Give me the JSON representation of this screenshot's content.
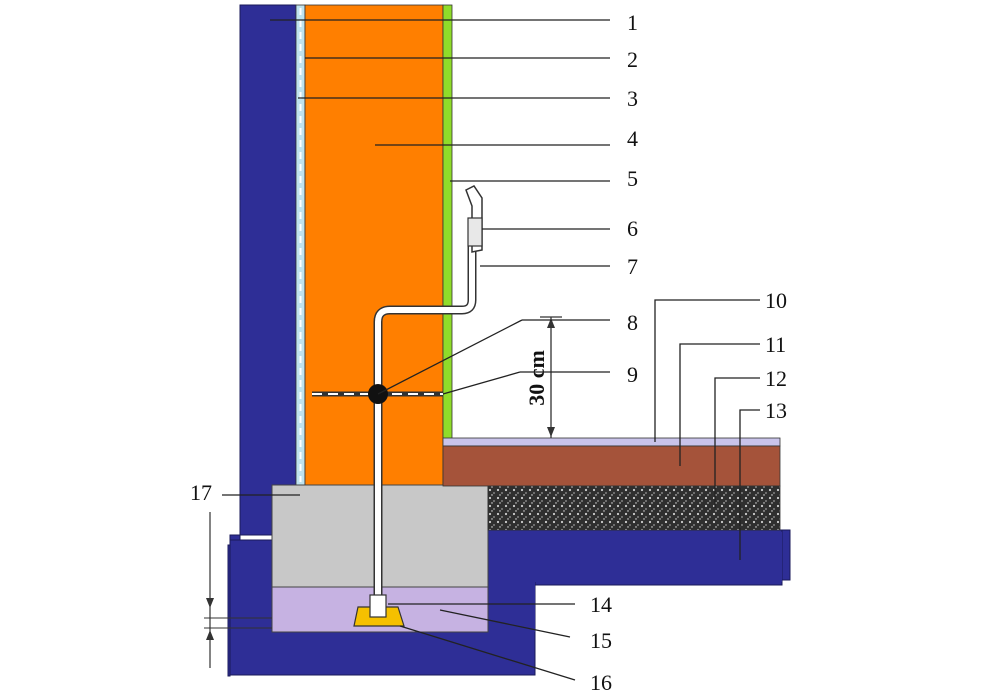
{
  "dimension": {
    "text": "30 cm"
  },
  "labels": [
    {
      "id": "1",
      "text": "1"
    },
    {
      "id": "2",
      "text": "2"
    },
    {
      "id": "3",
      "text": "3"
    },
    {
      "id": "4",
      "text": "4"
    },
    {
      "id": "5",
      "text": "5"
    },
    {
      "id": "6",
      "text": "6"
    },
    {
      "id": "7",
      "text": "7"
    },
    {
      "id": "8",
      "text": "8"
    },
    {
      "id": "9",
      "text": "9"
    },
    {
      "id": "10",
      "text": "10"
    },
    {
      "id": "11",
      "text": "11"
    },
    {
      "id": "12",
      "text": "12"
    },
    {
      "id": "13",
      "text": "13"
    },
    {
      "id": "14",
      "text": "14"
    },
    {
      "id": "15",
      "text": "15"
    },
    {
      "id": "16",
      "text": "16"
    },
    {
      "id": "17",
      "text": "17"
    }
  ],
  "colors": {
    "masonry": "#2e2e96",
    "insulation": "#ff7f00",
    "membrane_green": "#8fdc2a",
    "airgap_blue": "#bfe3ef",
    "foundation_grey": "#c8c8c8",
    "drain_lilac": "#c6b2e2",
    "floor_brown": "#a5533a",
    "floor_lavender": "#c9c3ea",
    "gravel": "#3a3a3a",
    "pipe_yellow": "#f5c000"
  }
}
